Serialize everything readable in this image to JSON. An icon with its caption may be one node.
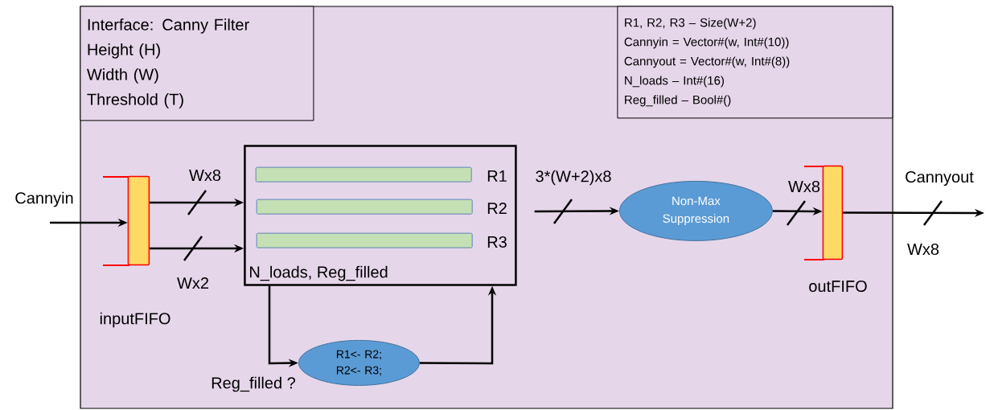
{
  "diagram": {
    "nodes": [
      {
        "text": [],
        "shape": "box"
      },
      {
        "text": [
          "Interface: Canny Filter",
          "Height (H)",
          "Width (W)",
          "Threshold (T)"
        ],
        "in": 0
      },
      {
        "text": [
          "R1, R2, R3 – Size(W+2)",
          "Cannyin = Vector#(w, Int#(10))",
          "Cannyout = Vector#(w, Int#(8))",
          "N_loads – Int#(16)",
          "Reg_filled – Bool#()"
        ],
        "in": 0
      },
      {
        "text": [],
        "shape": "bar",
        "beside": [
          "inputFIFO"
        ],
        "in": 0
      },
      {
        "text": [
          "N_loads, Reg_filled"
        ],
        "in": 0
      },
      {
        "text": [],
        "shape": "bar",
        "beside": [
          "R1"
        ],
        "in": 4
      },
      {
        "text": [],
        "shape": "bar",
        "beside": [
          "R2"
        ],
        "in": 4
      },
      {
        "text": [],
        "shape": "bar",
        "beside": [
          "R3"
        ],
        "in": 4
      },
      {
        "text": [
          "R1<- R2; R2<- R3;"
        ],
        "in": 0
      },
      {
        "text": [
          "Non-Max Suppression"
        ],
        "in": 0
      },
      {
        "text": [],
        "shape": "bar",
        "beside": [
          "outFIFO"
        ],
        "in": 0
      }
    ],
    "edges": [
      {
        "from": null,
        "to": 3,
        "arrow": "to",
        "label": "Cannyin"
      },
      {
        "from": 3,
        "to": 4,
        "arrow": "to",
        "label": "Wx8"
      },
      {
        "from": 3,
        "to": 4,
        "arrow": "to",
        "label": "Wx2"
      },
      {
        "from": 4,
        "to": 8,
        "arrow": "to",
        "label": "Reg_filled ?"
      },
      {
        "from": 8,
        "to": 4,
        "arrow": "to"
      },
      {
        "from": 4,
        "to": 9,
        "arrow": "to",
        "label": "3*(W+2)x8"
      },
      {
        "from": 9,
        "to": 10,
        "arrow": "to",
        "label": "Wx8"
      },
      {
        "from": 10,
        "to": null,
        "arrow": "to",
        "label": "Cannyout"
      }
    ],
    "labels": [
      "Wx8"
    ]
  }
}
